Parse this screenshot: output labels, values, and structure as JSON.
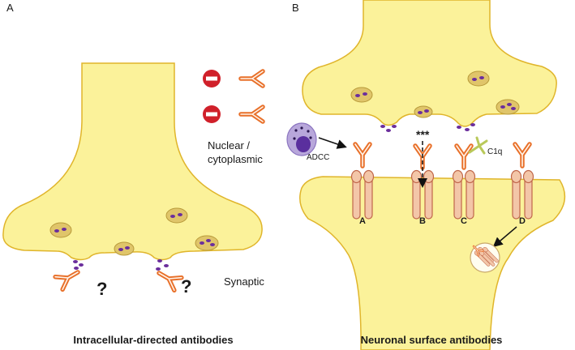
{
  "panels": {
    "left": {
      "letter": "A",
      "caption": "Intracellular-directed antibodies",
      "nuclear_label_line1": "Nuclear /",
      "nuclear_label_line2": "cytoplasmic",
      "synaptic_label": "Synaptic",
      "question_mark": "?"
    },
    "right": {
      "letter": "B",
      "caption": "Neuronal surface antibodies",
      "adcc_label": "ADCC",
      "c1q_label": "C1q",
      "stars_label": "***",
      "mechanisms": [
        "A",
        "B",
        "C",
        "D"
      ]
    }
  },
  "colors": {
    "neuron_fill": "#FBF29A",
    "neuron_stroke": "#E0B52B",
    "vesicle_fill": "#E0C56A",
    "vesicle_dot": "#6B2E9C",
    "antibody": "#E8702A",
    "receptor_fill": "#F3C6A8",
    "receptor_stroke": "#C0674A",
    "blocked_red": "#D0202A",
    "c1q": "#B9C95A",
    "cell_purple": "#5A2F9E"
  },
  "icons": {
    "blocked": "no-entry-icon",
    "antibody": "antibody-y-icon",
    "receptor": "receptor-icon",
    "immune_cell": "nk-cell-icon",
    "complement": "c1q-icon"
  }
}
